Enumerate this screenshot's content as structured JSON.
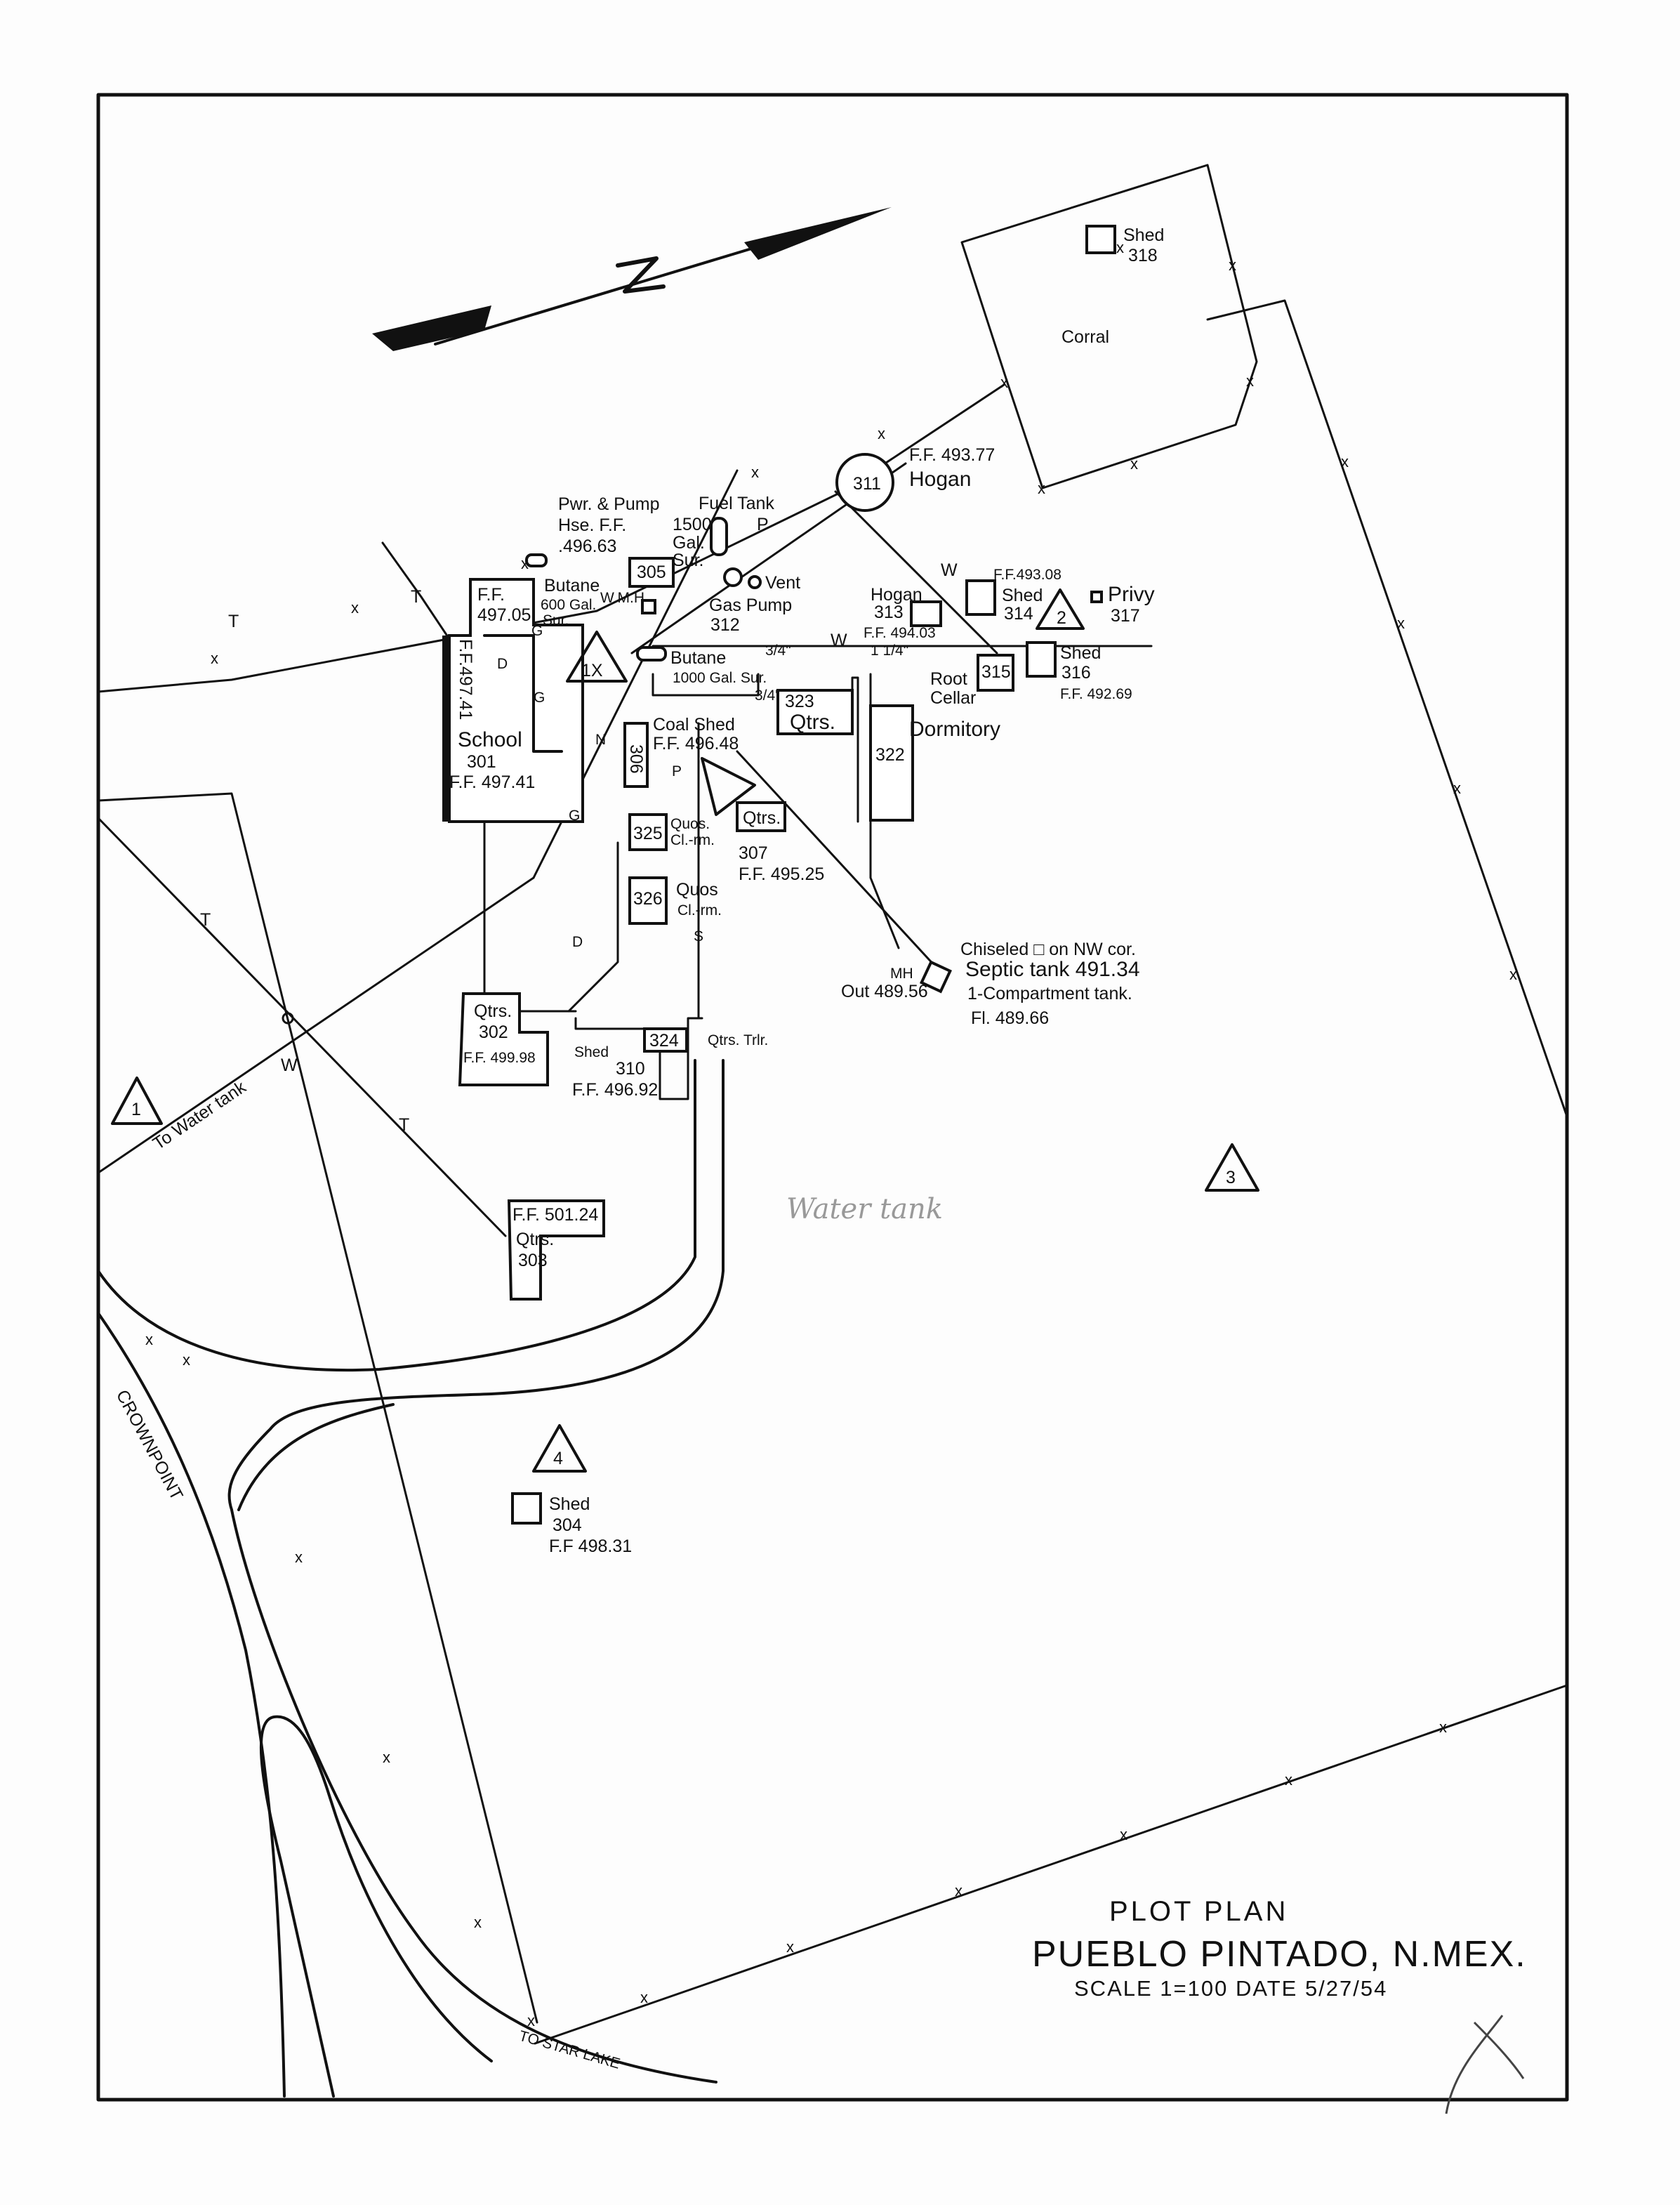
{
  "title": {
    "line1": "PLOT PLAN",
    "line2": "PUEBLO PINTADO, N.MEX.",
    "line3": "SCALE 1=100 DATE 5/27/54"
  },
  "north_arrow": {
    "label": "N"
  },
  "labels": {
    "shed_318": "Shed",
    "shed_318_num": "318",
    "corral": "Corral",
    "hogan_311_num": "311",
    "hogan_311_ff": "F.F. 493.77",
    "hogan_311": "Hogan",
    "pwr_pump_1": "Pwr. & Pump",
    "pwr_pump_2": "Hse. F.F.",
    "pwr_pump_3": ".496.63",
    "pwr_pump_num": "305",
    "fuel_tank": "Fuel Tank",
    "fuel_1500": "1500",
    "fuel_gal": "Gal.",
    "fuel_sur": "Sur.",
    "vent": "Vent",
    "gas_pump": "Gas Pump",
    "gas_pump_num": "312",
    "butane_600": "Butane",
    "butane_600_gal": "600 Gal.",
    "butane_600_sur": "Sur.",
    "wmh": "W.M.H.",
    "ff_497_05_a": "F.F.",
    "ff_497_05_b": "497.05",
    "ff_497_41": "F.F.497.41",
    "school": "School",
    "school_num": "301",
    "school_ff": "F.F. 497.41",
    "mark_1x": "1X",
    "butane_1000": "Butane",
    "butane_1000_gal": "1000 Gal. Sur.",
    "pipe_3_4_a": "3/4\"",
    "pipe_3_4_b": "3/4\"",
    "pipe_1_1_4": "1 1/4\"",
    "w_mark_1": "W",
    "w_mark_2": "W",
    "w_mark_3": "W",
    "hogan_313": "Hogan",
    "hogan_313_num": "313",
    "ff_494_03": "F.F. 494.03",
    "ff_493_08": "F.F.493.08",
    "shed_314": "Shed",
    "shed_314_num": "314",
    "privy": "Privy",
    "privy_num": "317",
    "mark_2": "2",
    "shed_316": "Shed",
    "shed_316_num": "316",
    "shed_316_ff": "F.F. 492.69",
    "root_cellar_1": "Root",
    "root_cellar_2": "Cellar",
    "root_cellar_num": "315",
    "qtrs_323_num": "323",
    "qtrs_323": "Qtrs.",
    "dormitory": "Dormitory",
    "dormitory_num": "322",
    "coal_shed": "Coal Shed",
    "coal_shed_ff": "F.F. 496.48",
    "coal_shed_num": "306",
    "qtrs_307": "Qtrs.",
    "qtrs_307_num": "307",
    "qtrs_307_ff": "F.F. 495.25",
    "quos_325_num": "325",
    "quos_325_a": "Quos.",
    "quos_325_b": "Cl.-rm.",
    "quos_326_num": "326",
    "quos_326_a": "Quos",
    "quos_326_b": "Cl.-rm.",
    "chiseled": "Chiseled □ on NW cor.",
    "mh": "MH",
    "septic": "Septic tank 491.34",
    "compartment": "1-Compartment tank.",
    "fl": "Fl. 489.66",
    "out": "Out 489.56",
    "qtrs_302": "Qtrs.",
    "qtrs_302_num": "302",
    "qtrs_302_ff": "F.F. 499.98",
    "shed_310": "Shed",
    "shed_310_num": "310",
    "shed_310_ff": "F.F. 496.92",
    "qtrs_324_num": "324",
    "qtrs_trlr": "Qtrs. Trlr.",
    "to_water_tank": "To Water tank",
    "mark_1": "1",
    "mark_3": "3",
    "mark_4": "4",
    "water_tank_faint": "Water tank",
    "qtrs_303_ff": "F.F. 501.24",
    "qtrs_303": "Qtrs.",
    "qtrs_303_num": "303",
    "crownpoint": "CROWNPOINT",
    "shed_304": "Shed",
    "shed_304_num": "304",
    "shed_304_ff": "F.F 498.31",
    "to_star_lake": "TO STAR LAKE",
    "t_mark": "T",
    "g_mark": "G",
    "d_mark": "D",
    "s_mark": "S",
    "p_mark": "P",
    "n_mark": "N",
    "x_mark": "x"
  }
}
